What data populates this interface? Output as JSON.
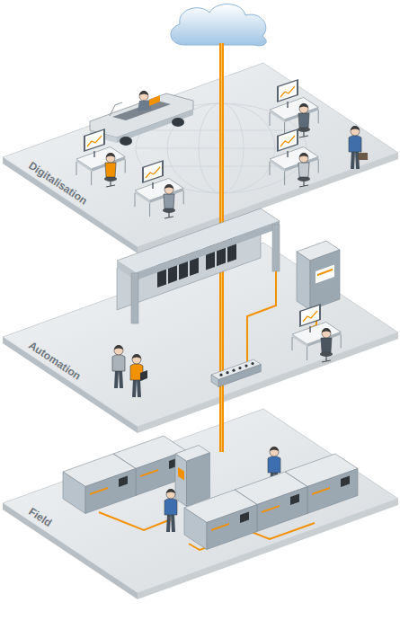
{
  "diagram": {
    "labels": [
      "Digitalisation",
      "Automation",
      "Field"
    ]
  }
}
